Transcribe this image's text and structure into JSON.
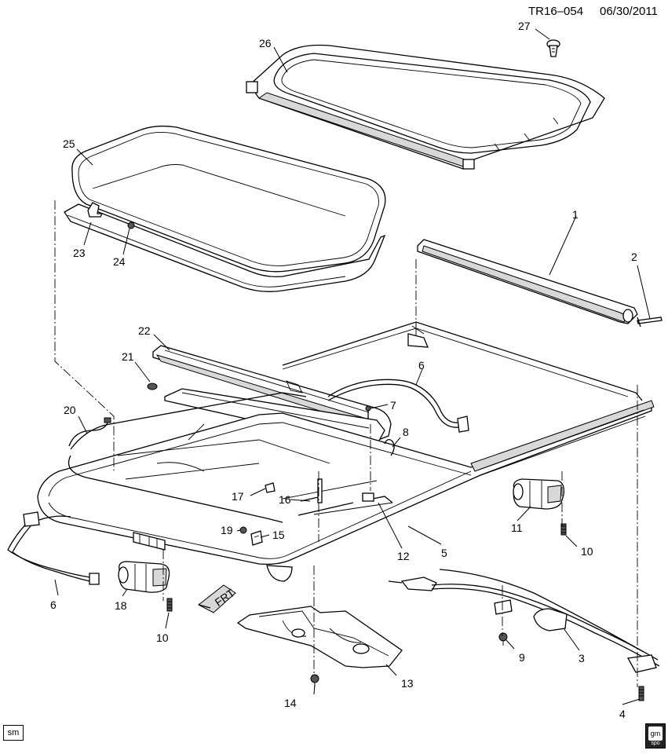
{
  "header": {
    "doc_id": "TR16–054",
    "date": "06/30/2011"
  },
  "badges": {
    "sm": "sm",
    "gm_logo_top": "gm",
    "gm_logo_bottom": "spo"
  },
  "front_arrow": {
    "text": "FRT"
  },
  "callouts": {
    "c1": "1",
    "c2": "2",
    "c3": "3",
    "c4": "4",
    "c5": "5",
    "c6a": "6",
    "c6b": "6",
    "c7": "7",
    "c8": "8",
    "c9": "9",
    "c10a": "10",
    "c10b": "10",
    "c11": "11",
    "c12": "12",
    "c13": "13",
    "c14": "14",
    "c15": "15",
    "c16": "16",
    "c17": "17",
    "c18": "18",
    "c19": "19",
    "c20": "20",
    "c21": "21",
    "c22": "22",
    "c23": "23",
    "c24": "24",
    "c25": "25",
    "c26": "26",
    "c27": "27"
  }
}
